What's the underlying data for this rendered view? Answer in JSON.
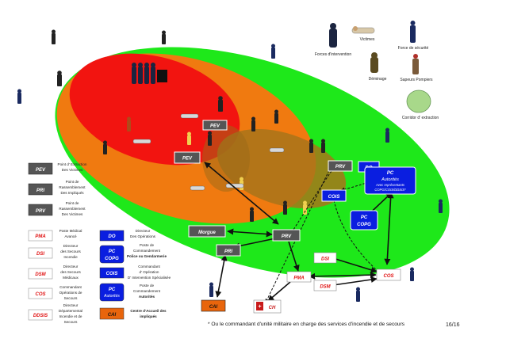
{
  "legend_top": {
    "forces": "Forces d'intervention",
    "victimes": "Victimes",
    "securite": "Force de sécurité",
    "deminage": "Déminage",
    "pompiers": "Sapeurs Pompiers",
    "corridor": "Corridor d' extraction"
  },
  "legend_left": [
    {
      "code": "PEV",
      "lines": [
        "Point d' Extraction",
        "Des Victimes"
      ]
    },
    {
      "code": "PRI",
      "lines": [
        "Point de",
        "Rassemblement",
        "Des Impliqués"
      ]
    },
    {
      "code": "PRV",
      "lines": [
        "Point de",
        "Rassemblement",
        "Des Victimes"
      ]
    }
  ],
  "legend_roles": [
    {
      "code": "PMA",
      "lines": [
        "Poste Médical",
        "Avancé"
      ]
    },
    {
      "code": "DSI",
      "lines": [
        "Directeur",
        "des Secours",
        "Incendie"
      ]
    },
    {
      "code": "DSM",
      "lines": [
        "Directeur",
        "des Secours",
        "Médicaux"
      ]
    },
    {
      "code": "COS",
      "lines": [
        "Commandant",
        "Opérations de",
        "Secours"
      ]
    },
    {
      "code": "DDSIS",
      "lines": [
        "Directeur",
        "Départemental",
        "Incendie et de",
        "Secours"
      ]
    }
  ],
  "legend_right": [
    {
      "code": "DO",
      "lines": [
        "Directeur",
        "Des Opérations"
      ]
    },
    {
      "code": "PC COPG",
      "code1": "PC",
      "code2": "COPG",
      "lines": [
        "Poste de",
        "Commandement",
        "Police ou Gendarmerie"
      ]
    },
    {
      "code": "COIS",
      "lines": [
        "Commandant",
        "d' Opération",
        "D' Intervention Spécialisée"
      ]
    },
    {
      "code": "PC Autorités",
      "code1": "PC",
      "code2": "Autorités",
      "lines": [
        "Poste de",
        "Commandement",
        "Autorités"
      ]
    },
    {
      "code": "CAI",
      "lines": [
        "Centre d'Accueil des",
        "impliqués"
      ]
    }
  ],
  "map": {
    "pev_top": "PEV",
    "pev_mid": "PEV",
    "prv_map": "PRV",
    "prv_center": "PRV",
    "morgue": "Morgue",
    "pri": "PRI",
    "cai": "CAI",
    "ch": "CH",
    "pma": "PMA",
    "dsi": "DSI",
    "dsm": "DSM",
    "cos": "COS",
    "cois": "COIS",
    "do": "DO",
    "pc_aut": {
      "l1": "PC",
      "l2": "Autorités",
      "l3": "Avec représentants",
      "l4": "COPG/COIS/DDSIS*"
    },
    "pc_copg": {
      "l1": "PC",
      "l2": "COPG"
    }
  },
  "footnote": "* Ou le commandant d'unité militaire en charge des services d'incendie et de secours",
  "page_number": "16/16",
  "colors": {
    "green": "#1ee81a",
    "orange": "#f07a10",
    "red": "#f21410",
    "brown": "#a8741a",
    "blue": "#0a1ee0",
    "grey": "#555555",
    "cai_orange": "#e8650c",
    "role_red": "#e01010"
  }
}
